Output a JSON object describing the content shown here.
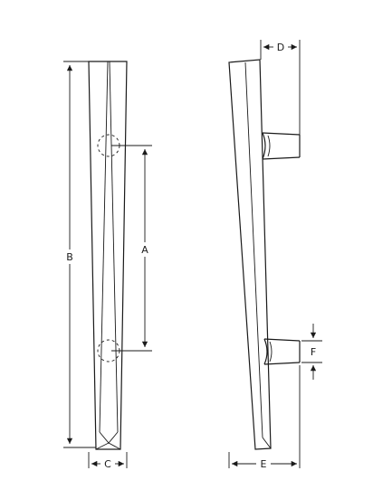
{
  "dimensions": {
    "A": "A",
    "B": "B",
    "C": "C",
    "D": "D",
    "E": "E",
    "F": "F"
  },
  "colors": {
    "line": "#1a1a1a",
    "background": "#ffffff"
  }
}
